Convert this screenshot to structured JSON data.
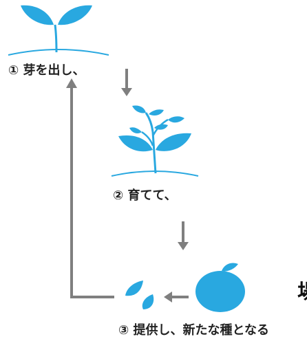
{
  "colors": {
    "plant": "#29a8e0",
    "arrow": "#7f7f7f",
    "text": "#222222"
  },
  "steps": [
    {
      "label": "① 芽を出し、",
      "icon": "sprout-icon"
    },
    {
      "label": "② 育てて、",
      "icon": "grown-plant-icon"
    },
    {
      "label": "③ 提供し、新たな種となる",
      "icon": "fruit-and-seeds-icon"
    }
  ],
  "side_text": "場"
}
